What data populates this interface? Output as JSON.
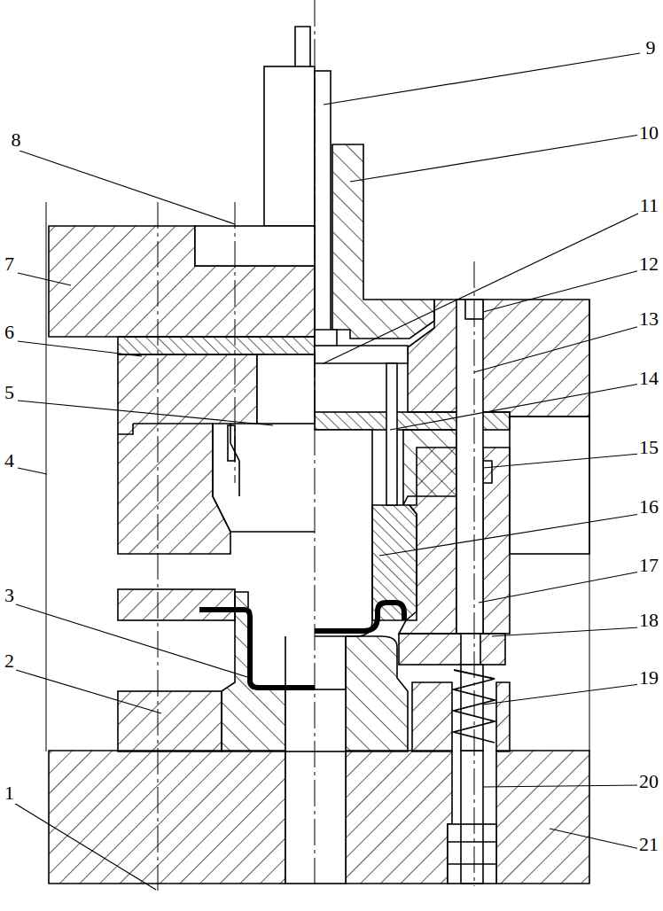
{
  "diagram": {
    "labels": [
      "1",
      "2",
      "3",
      "4",
      "5",
      "6",
      "7",
      "8",
      "9",
      "10",
      "11",
      "12",
      "13",
      "14",
      "15",
      "16",
      "17",
      "18",
      "19",
      "20",
      "21"
    ]
  }
}
